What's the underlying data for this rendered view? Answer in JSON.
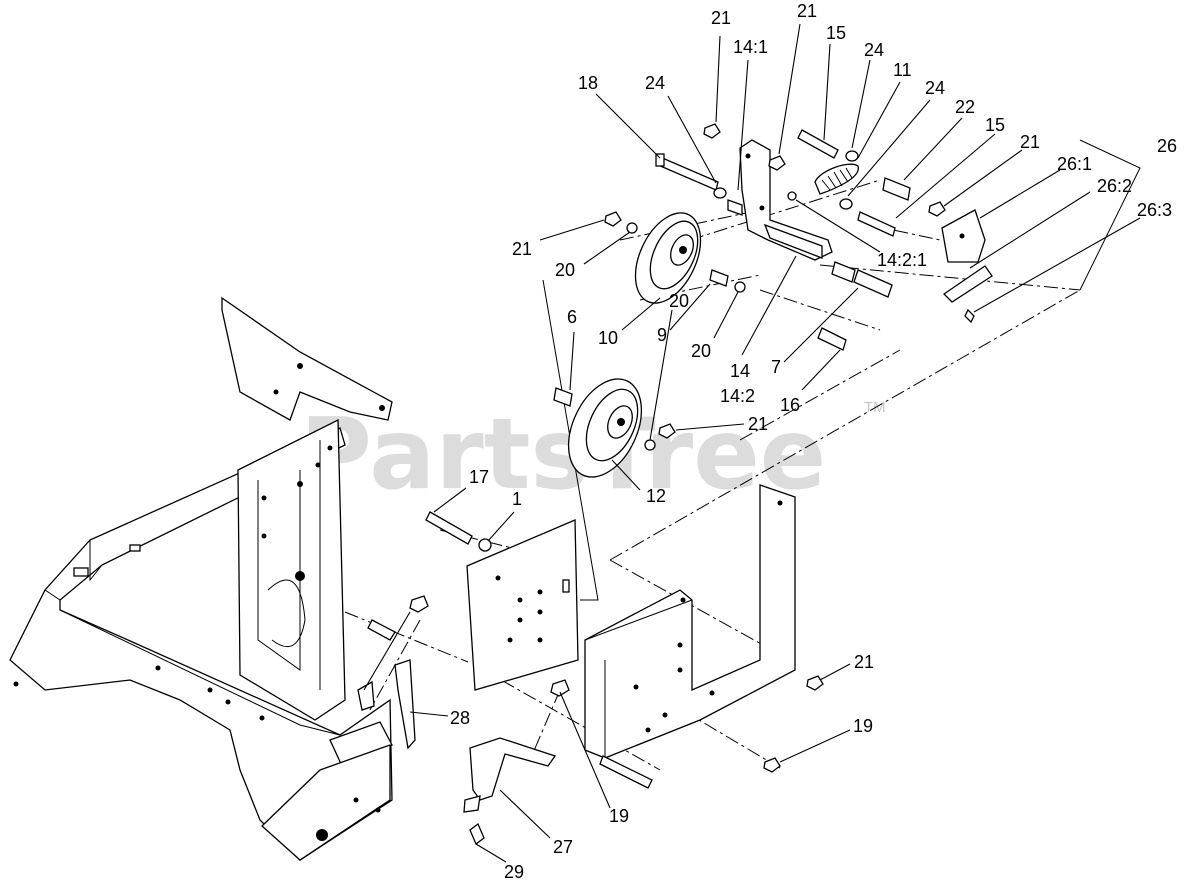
{
  "watermark": {
    "text": "PartsTree",
    "trademark": "TM"
  },
  "callouts": [
    {
      "id": "c-21a",
      "label": "21"
    },
    {
      "id": "c-21b",
      "label": "21"
    },
    {
      "id": "c-14-1",
      "label": "14:1"
    },
    {
      "id": "c-15a",
      "label": "15"
    },
    {
      "id": "c-24a",
      "label": "24"
    },
    {
      "id": "c-18",
      "label": "18"
    },
    {
      "id": "c-24b",
      "label": "24"
    },
    {
      "id": "c-11",
      "label": "11"
    },
    {
      "id": "c-24c",
      "label": "24"
    },
    {
      "id": "c-22",
      "label": "22"
    },
    {
      "id": "c-15b",
      "label": "15"
    },
    {
      "id": "c-21c",
      "label": "21"
    },
    {
      "id": "c-26",
      "label": "26"
    },
    {
      "id": "c-26-1",
      "label": "26:1"
    },
    {
      "id": "c-26-2",
      "label": "26:2"
    },
    {
      "id": "c-26-3",
      "label": "26:3"
    },
    {
      "id": "c-21d",
      "label": "21"
    },
    {
      "id": "c-20a",
      "label": "20"
    },
    {
      "id": "c-14-2-1",
      "label": "14:2:1"
    },
    {
      "id": "c-10",
      "label": "10"
    },
    {
      "id": "c-9",
      "label": "9"
    },
    {
      "id": "c-20b",
      "label": "20"
    },
    {
      "id": "c-14",
      "label": "14"
    },
    {
      "id": "c-14-2",
      "label": "14:2"
    },
    {
      "id": "c-7",
      "label": "7"
    },
    {
      "id": "c-16",
      "label": "16"
    },
    {
      "id": "c-6",
      "label": "6"
    },
    {
      "id": "c-20c",
      "label": "20"
    },
    {
      "id": "c-21e",
      "label": "21"
    },
    {
      "id": "c-12",
      "label": "12"
    },
    {
      "id": "c-17",
      "label": "17"
    },
    {
      "id": "c-1",
      "label": "1"
    },
    {
      "id": "c-21f",
      "label": "21"
    },
    {
      "id": "c-28",
      "label": "28"
    },
    {
      "id": "c-19a",
      "label": "19"
    },
    {
      "id": "c-19b",
      "label": "19"
    },
    {
      "id": "c-27",
      "label": "27"
    },
    {
      "id": "c-29",
      "label": "29"
    }
  ]
}
